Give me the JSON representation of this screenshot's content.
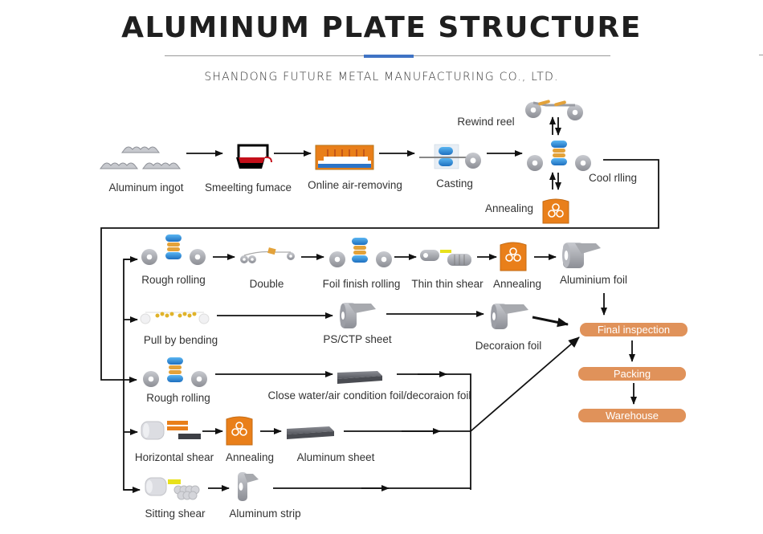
{
  "header": {
    "title": "ALUMINUM PLATE STRUCTURE",
    "subtitle": "SHANDONG FUTURE METAL MANUFACTURING CO., LTD.",
    "accent_color": "#3f73c4"
  },
  "colors": {
    "arrow": "#111111",
    "box": "#e0925a",
    "roller_blue": "#2f8fd8",
    "roller_gray": "#9a9ca3",
    "orange": "#e97f1a",
    "furnace_red": "#c40f1a",
    "label": "#333333"
  },
  "stages": {
    "ingot": {
      "label": "Aluminum ingot",
      "icon": "ingot-icon"
    },
    "furnace": {
      "label": "Smeelting fumace",
      "icon": "furnace-icon"
    },
    "airremove": {
      "label": "Online air-removing",
      "icon": "air-removing-icon"
    },
    "casting": {
      "label": "Casting",
      "icon": "casting-roller-icon"
    },
    "rewind": {
      "label": "Rewind reel",
      "icon": "rewind-reel-icon"
    },
    "coolroll": {
      "label": "Cool rlling",
      "icon": "rolling-mill-icon"
    },
    "anneal_top": {
      "label": "Annealing",
      "icon": "annealing-furnace-icon"
    },
    "rough1": {
      "label": "Rough rolling",
      "icon": "rolling-mill-icon"
    },
    "double": {
      "label": "Double",
      "icon": "doubling-icon"
    },
    "foilfinish": {
      "label": "Foil finish rolling",
      "icon": "rolling-mill-icon"
    },
    "thinshear": {
      "label": "Thin thin shear",
      "icon": "slitter-icon"
    },
    "anneal2": {
      "label": "Annealing",
      "icon": "annealing-furnace-icon"
    },
    "alufoil": {
      "label": "Aluminium foil",
      "icon": "foil-roll-icon"
    },
    "pullbend": {
      "label": "Pull by bending",
      "icon": "tension-leveler-icon"
    },
    "psctp": {
      "label": "PS/CTP sheet",
      "icon": "coil-icon"
    },
    "decorfoil": {
      "label": "Decoraion foil",
      "icon": "coil-icon"
    },
    "rough2": {
      "label": "Rough rolling",
      "icon": "rolling-mill-icon"
    },
    "closewater": {
      "label": "Close water/air condition foil/decoraion foil",
      "icon": "plate-icon"
    },
    "hshear": {
      "label": "Horizontal shear",
      "icon": "cut-to-length-icon"
    },
    "anneal3": {
      "label": "Annealing",
      "icon": "annealing-furnace-icon"
    },
    "alusheet": {
      "label": "Aluminum sheet",
      "icon": "plate-icon"
    },
    "sitshear": {
      "label": "Sitting shear",
      "icon": "slitter-icon"
    },
    "alustrip": {
      "label": "Aluminum strip",
      "icon": "strip-coil-icon"
    }
  },
  "final_steps": [
    {
      "label": "Final inspection"
    },
    {
      "label": "Packing"
    },
    {
      "label": "Warehouse"
    }
  ]
}
